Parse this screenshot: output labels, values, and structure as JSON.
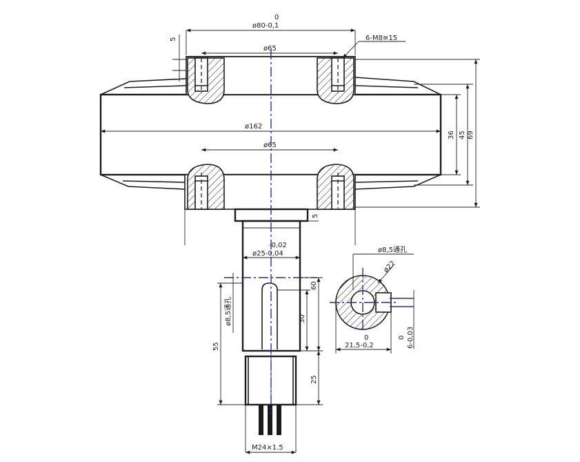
{
  "drawing": {
    "dimensions": {
      "top_tolerance_upper": "0",
      "outer_diameter": "ø80-0,1",
      "thread_callout": "6-M8≡15",
      "flange_bolt_circle_top": "ø65",
      "flange_bolt_circle_bottom": "ø65",
      "body_diameter": "ø162",
      "small_step": "5",
      "height_36": "36",
      "height_45": "45",
      "height_69": "69",
      "collar_5": "5",
      "shaft_tolerance_upper": "-0,02",
      "shaft_diameter": "ø25-0,04",
      "side_hole_diameter": "ø8,5通孔",
      "side_ring": "ø22",
      "length_60": "60",
      "length_30": "30",
      "length_55": "55",
      "length_25": "25",
      "vertical_hole": "ø8,5通孔",
      "keyway_tolerance_upper": "0",
      "keyway_width": "6-0,03",
      "section_tolerance_upper": "0",
      "section_width": "21,5-0,2",
      "thread_bottom": "M24×1.5"
    }
  }
}
